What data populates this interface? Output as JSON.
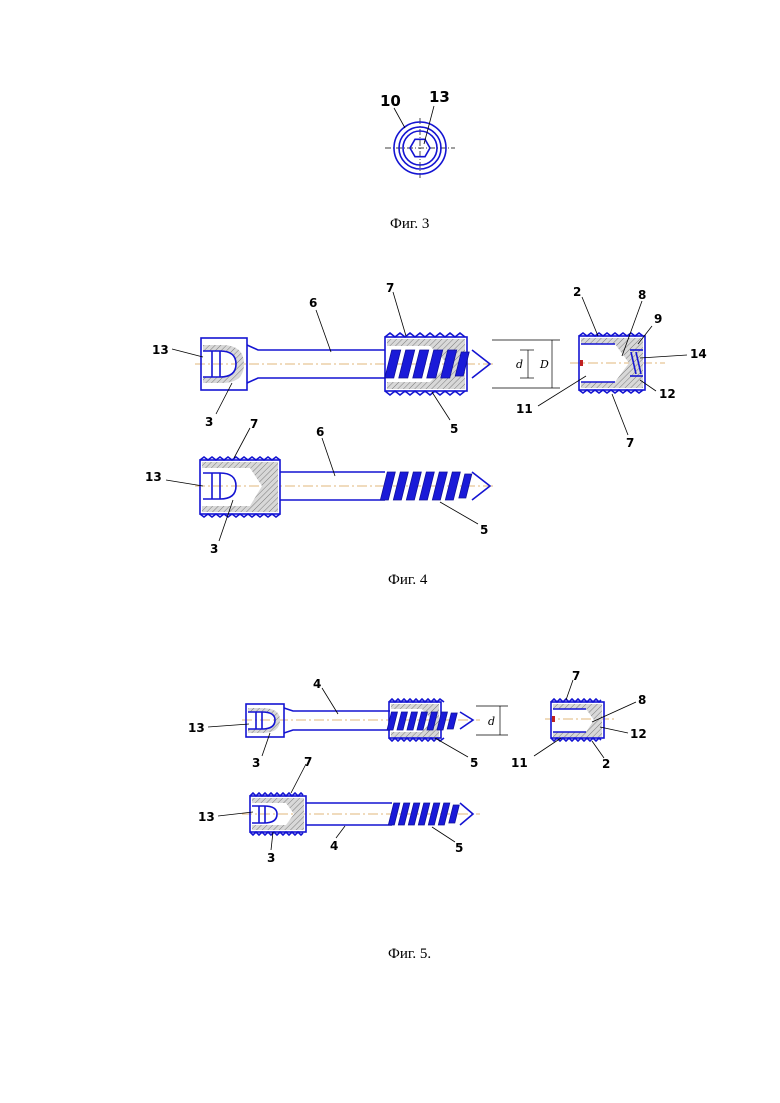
{
  "palette": {
    "part": "#1414d2",
    "thread": "#1a1ad8",
    "axis": "#d9a050",
    "hatch": "#888888",
    "ink": "#000000"
  },
  "fig3": {
    "caption": "Фиг. 3",
    "labels": {
      "ring": "10",
      "hex": "13"
    }
  },
  "fig4": {
    "caption": "Фиг. 4",
    "top": {
      "head": "3",
      "socket": "13",
      "shaft": "6",
      "sleeve": "7",
      "tip": "5",
      "dim_inner": "d",
      "dim_outer": "D"
    },
    "sleeve_part": {
      "body": "2",
      "edge": "8",
      "chamfer": "9",
      "bore": "14",
      "thread": "12",
      "slot": "11",
      "outer": "7"
    },
    "bottom": {
      "head": "3",
      "socket": "13",
      "shaft": "6",
      "sleeve": "7",
      "tip": "5"
    }
  },
  "fig5": {
    "caption": "Фиг. 5.",
    "top": {
      "head": "3",
      "socket": "13",
      "shaft": "4",
      "tip": "5",
      "dim_inner": "d"
    },
    "sleeve_part": {
      "outer": "7",
      "edge": "8",
      "thread": "12",
      "slot": "11",
      "body": "2"
    },
    "bottom": {
      "head": "3",
      "socket": "13",
      "shaft": "4",
      "sleeve": "7",
      "tip": "5"
    }
  }
}
